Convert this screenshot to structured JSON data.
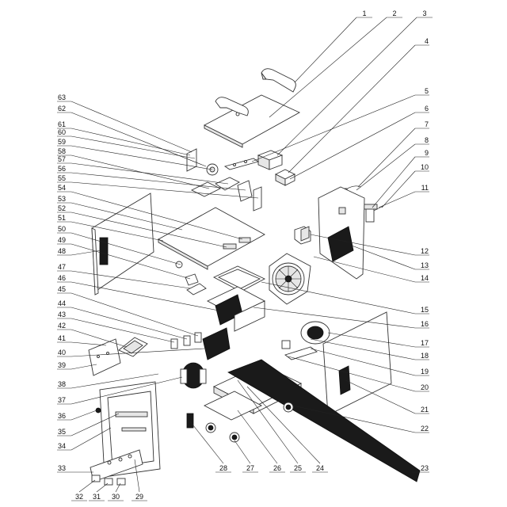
{
  "diagram": {
    "part_numbers": [
      "1",
      "2",
      "3",
      "4",
      "5",
      "6",
      "7",
      "8",
      "9",
      "10",
      "11",
      "12",
      "13",
      "14",
      "15",
      "16",
      "17",
      "18",
      "19",
      "20",
      "21",
      "22",
      "23",
      "24",
      "25",
      "26",
      "27",
      "28",
      "29",
      "30",
      "31",
      "32",
      "33",
      "34",
      "35",
      "36",
      "37",
      "38",
      "39",
      "40",
      "41",
      "42",
      "43",
      "44",
      "45",
      "46",
      "47",
      "48",
      "49",
      "50",
      "51",
      "52",
      "53",
      "54",
      "55",
      "56",
      "57",
      "58",
      "59",
      "60",
      "61",
      "62",
      "63"
    ]
  }
}
